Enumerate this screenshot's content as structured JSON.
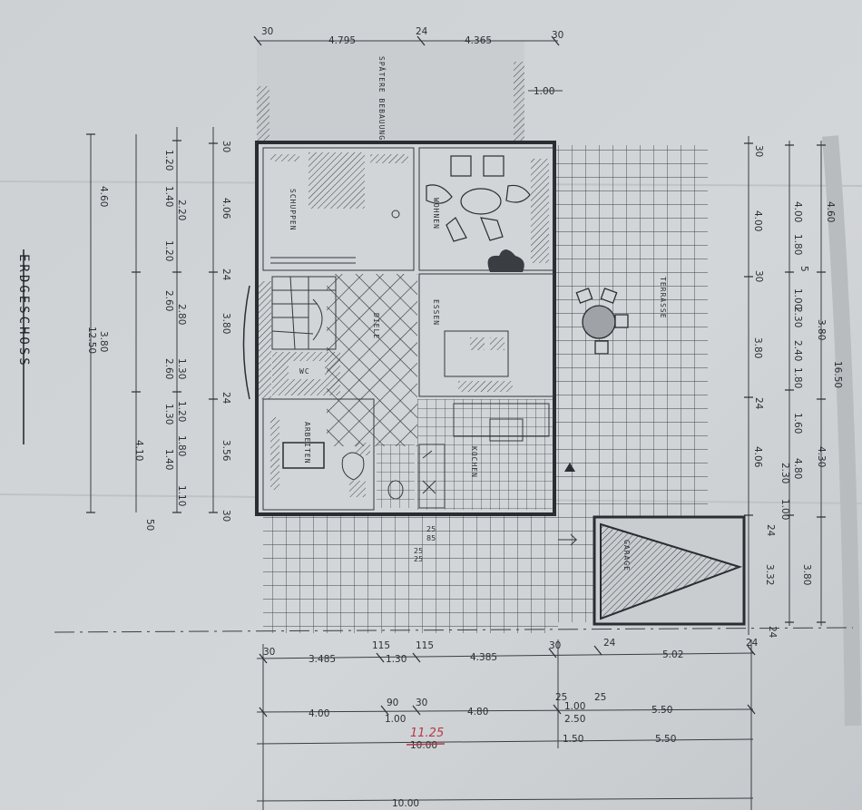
{
  "title": "ERDGESCHOSS",
  "rooms": {
    "schuppen": "SCHUPPEN",
    "wohnen": "WOHNEN",
    "essen": "ESSEN",
    "diele": "DIELE",
    "wc": "WC",
    "arbeiten": "ARBEITEN",
    "kochen": "KOCHEN",
    "terrasse": "TERRASSE",
    "garage": "GARAGE",
    "spaetere_bebauung": "SPÄTERE BEBAUUNG"
  },
  "dims_top": [
    "30",
    "4.795",
    "24",
    "4.365",
    "30",
    "1.00"
  ],
  "dims_left_outer": [
    "4.60",
    "3.80",
    "4.10",
    "12.50"
  ],
  "dims_left_mid": [
    "1.20",
    "1.40",
    "1.20",
    "2.60",
    "2.60",
    "1.30",
    "1.20",
    "1.40",
    "1.10"
  ],
  "dims_left_mid2": [
    "2.20",
    "2.80",
    "1.30",
    "1.80"
  ],
  "dims_left_inner": [
    "30",
    "4.06",
    "24",
    "3.80",
    "24",
    "3.56",
    "30",
    "50"
  ],
  "dims_right_inner": [
    "30",
    "4.00",
    "1.80",
    "30",
    "5",
    "1.00",
    "2.30",
    "2.40",
    "1.80",
    "24",
    "1.60",
    "2.30",
    "4.80",
    "1.00",
    "24"
  ],
  "dims_right_mid": [
    "4.00",
    "3.80",
    "4.06",
    "3.32",
    "24"
  ],
  "dims_right_outer": [
    "4.60",
    "3.80",
    "4.30",
    "3.80",
    "16.50"
  ],
  "dims_bottom_1": [
    "30",
    "3.485",
    "115",
    "1.30",
    "115",
    "4.385",
    "30",
    "24",
    "5.02",
    "24"
  ],
  "dims_bottom_2": [
    "4.00",
    "90",
    "30",
    "4.80",
    "25",
    "1.00",
    "2.50",
    "25",
    "5.50"
  ],
  "dims_bottom_3": [
    "1.00",
    "1.50",
    "5.50"
  ],
  "dims_bottom_total": "10.00",
  "dims_red": "11.25",
  "dims_struck": "10.00",
  "dims_small": [
    "25",
    "85",
    "25",
    "25"
  ]
}
